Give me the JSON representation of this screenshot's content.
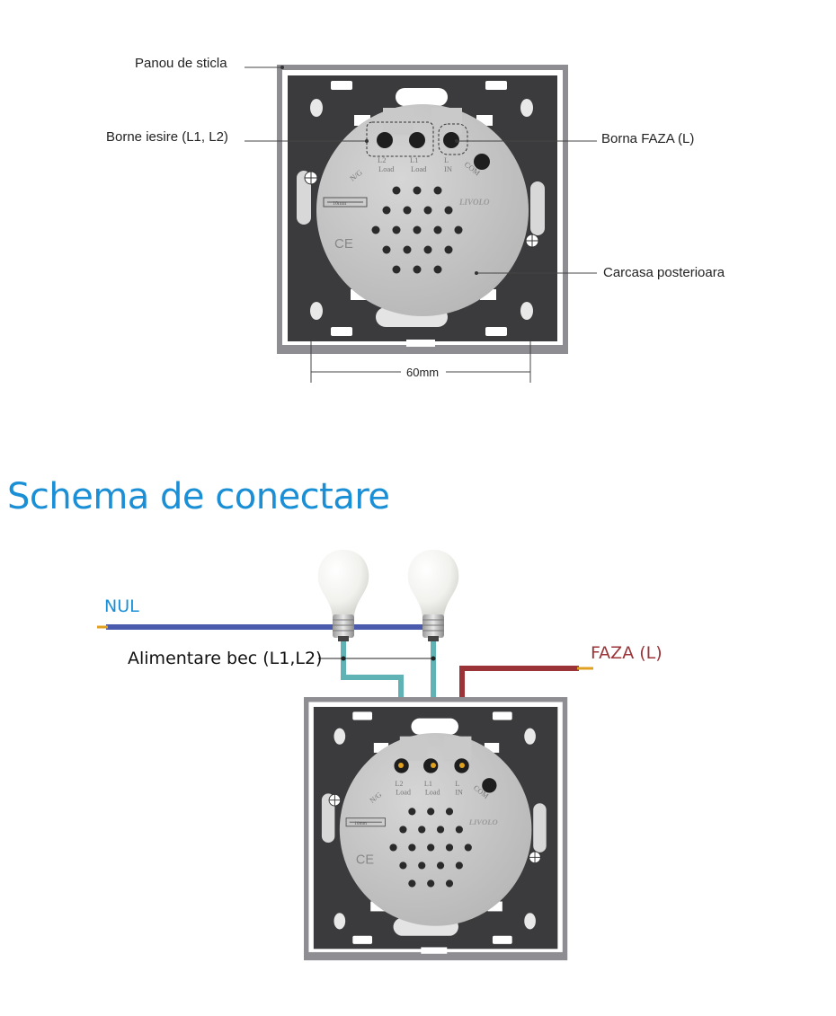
{
  "labels": {
    "glass_panel": "Panou de sticla",
    "output_terminals": "Borne iesire (L1, L2)",
    "phase_terminal": "Borna FAZA (L)",
    "back_housing": "Carcasa posterioara",
    "width": "60mm"
  },
  "terminals": {
    "l2": "L2",
    "l1": "L1",
    "l": "L",
    "load": "Load",
    "in": "IN",
    "ng": "N/G",
    "com": "COM",
    "brand": "LIVOLO",
    "ce": "CE",
    "scale": "10mm"
  },
  "section": {
    "title": "Schema de conectare"
  },
  "wiring": {
    "neutral": "NUL",
    "bulb_supply": "Alimentare bec (L1,L2)",
    "phase": "FAZA (L)"
  },
  "colors": {
    "accent": "#1a8fd6",
    "neutral_wire": "#4a5aad",
    "load_wire": "#5fb3b5",
    "phase_wire": "#9b3438",
    "copper": "#e0a020",
    "frame": "#808085",
    "plate": "#3b3b3d",
    "housing": "#c8c8c8"
  }
}
